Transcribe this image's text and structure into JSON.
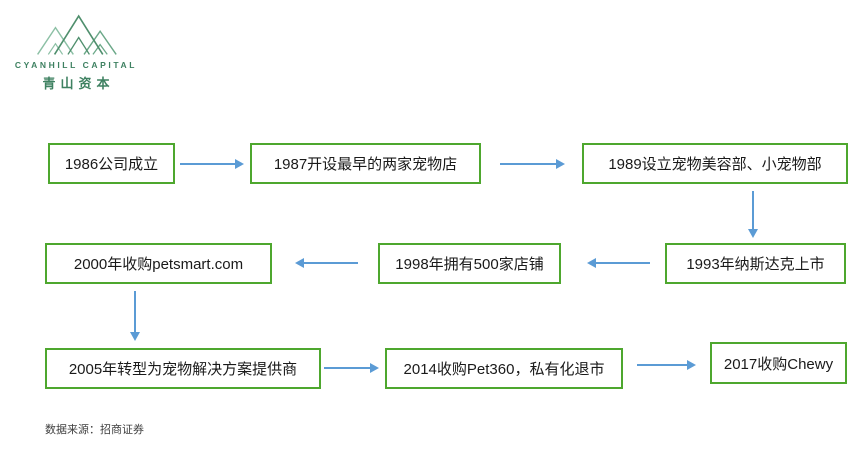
{
  "logo": {
    "icon": "mountains-icon",
    "name_en": "CYANHILL CAPITAL",
    "name_cn": "青山资本",
    "brand_color": "#3e8161"
  },
  "flowchart": {
    "node_border_color": "#4ea72e",
    "arrow_color": "#5b9bd5",
    "nodes": [
      {
        "id": "n1986",
        "label": "1986公司成立"
      },
      {
        "id": "n1987",
        "label": "1987开设最早的两家宠物店"
      },
      {
        "id": "n1989",
        "label": "1989设立宠物美容部、小宠物部"
      },
      {
        "id": "n1993",
        "label": "1993年纳斯达克上市"
      },
      {
        "id": "n1998",
        "label": "1998年拥有500家店铺"
      },
      {
        "id": "n2000",
        "label": "2000年收购petsmart.com"
      },
      {
        "id": "n2005",
        "label": "2005年转型为宠物解决方案提供商"
      },
      {
        "id": "n2014",
        "label": "2014收购Pet360，私有化退市"
      },
      {
        "id": "n2017",
        "label": "2017收购Chewy"
      }
    ],
    "connections": [
      {
        "from": "n1986",
        "to": "n1987",
        "direction": "right"
      },
      {
        "from": "n1987",
        "to": "n1989",
        "direction": "right"
      },
      {
        "from": "n1989",
        "to": "n1993",
        "direction": "down"
      },
      {
        "from": "n1993",
        "to": "n1998",
        "direction": "left"
      },
      {
        "from": "n1998",
        "to": "n2000",
        "direction": "left"
      },
      {
        "from": "n2000",
        "to": "n2005",
        "direction": "down"
      },
      {
        "from": "n2005",
        "to": "n2014",
        "direction": "right"
      },
      {
        "from": "n2014",
        "to": "n2017",
        "direction": "right"
      }
    ]
  },
  "footer": {
    "source": "数据来源：招商证券"
  }
}
